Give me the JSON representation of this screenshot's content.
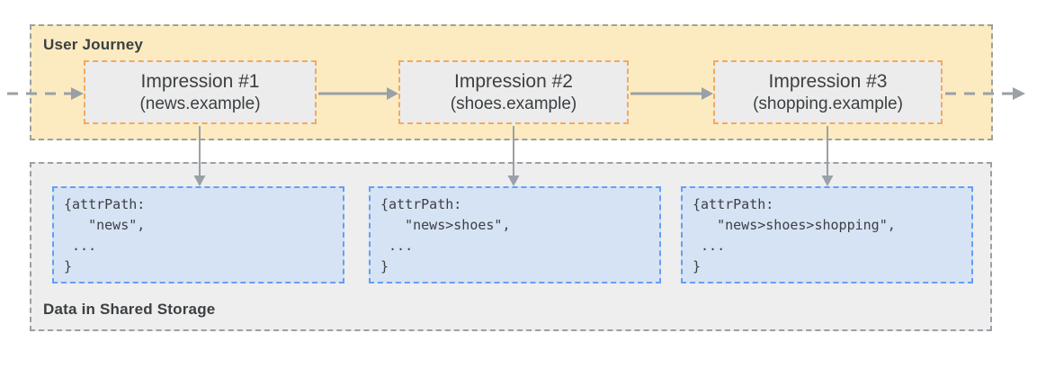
{
  "user_journey": {
    "title": "User Journey",
    "impressions": [
      {
        "label": "Impression #1",
        "domain": "(news.example)"
      },
      {
        "label": "Impression #2",
        "domain": "(shoes.example)"
      },
      {
        "label": "Impression #3",
        "domain": "(shopping.example)"
      }
    ]
  },
  "shared_storage": {
    "title": "Data in Shared Storage",
    "records": [
      {
        "code": "{attrPath:\n   \"news\",\n ...\n}"
      },
      {
        "code": "{attrPath:\n   \"news>shoes\",\n ...\n}"
      },
      {
        "code": "{attrPath:\n   \"news>shoes>shopping\",\n ...\n}"
      }
    ]
  },
  "colors": {
    "journey_panel_fill": "#fcebc1",
    "storage_panel_fill": "#eeeeee",
    "impression_box_fill": "#ececec",
    "impression_border": "#f4a95c",
    "record_fill": "#d6e3f4",
    "record_border": "#669df6",
    "panel_border": "#9aa0a6",
    "arrow": "#9aa0a6",
    "text": "#3c4043"
  }
}
